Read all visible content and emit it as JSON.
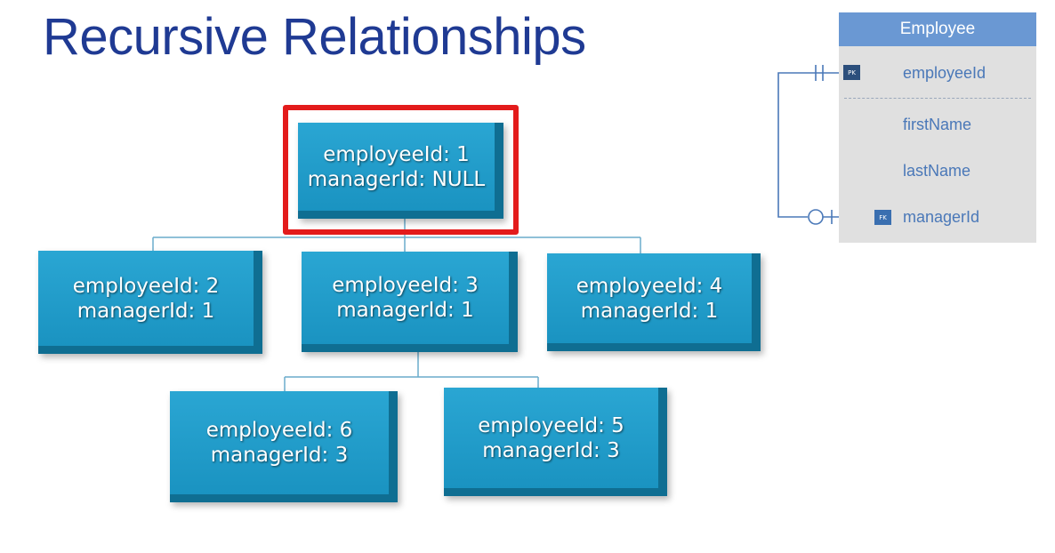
{
  "slide": {
    "title": "Recursive Relationships"
  },
  "nodes": [
    {
      "line1": "employeeId: 1",
      "line2": "managerId: NULL"
    },
    {
      "line1": "employeeId: 2",
      "line2": "managerId: 1"
    },
    {
      "line1": "employeeId: 3",
      "line2": "managerId: 1"
    },
    {
      "line1": "employeeId: 4",
      "line2": "managerId: 1"
    },
    {
      "line1": "employeeId: 6",
      "line2": "managerId: 3"
    },
    {
      "line1": "employeeId: 5",
      "line2": "managerId: 3"
    }
  ],
  "entity": {
    "name": "Employee",
    "attributes": [
      {
        "name": "employeeId",
        "key": "PK"
      },
      {
        "name": "firstName",
        "key": ""
      },
      {
        "name": "lastName",
        "key": ""
      },
      {
        "name": "managerId",
        "key": "FK"
      }
    ]
  },
  "colors": {
    "title": "#1f3a93",
    "node_fill": "#1a93c1",
    "node_edge": "#0f6e92",
    "highlight": "#e31b1b",
    "entity_header": "#6a98d3",
    "entity_body": "#e0e0e0",
    "attribute_text": "#4a78b8"
  }
}
